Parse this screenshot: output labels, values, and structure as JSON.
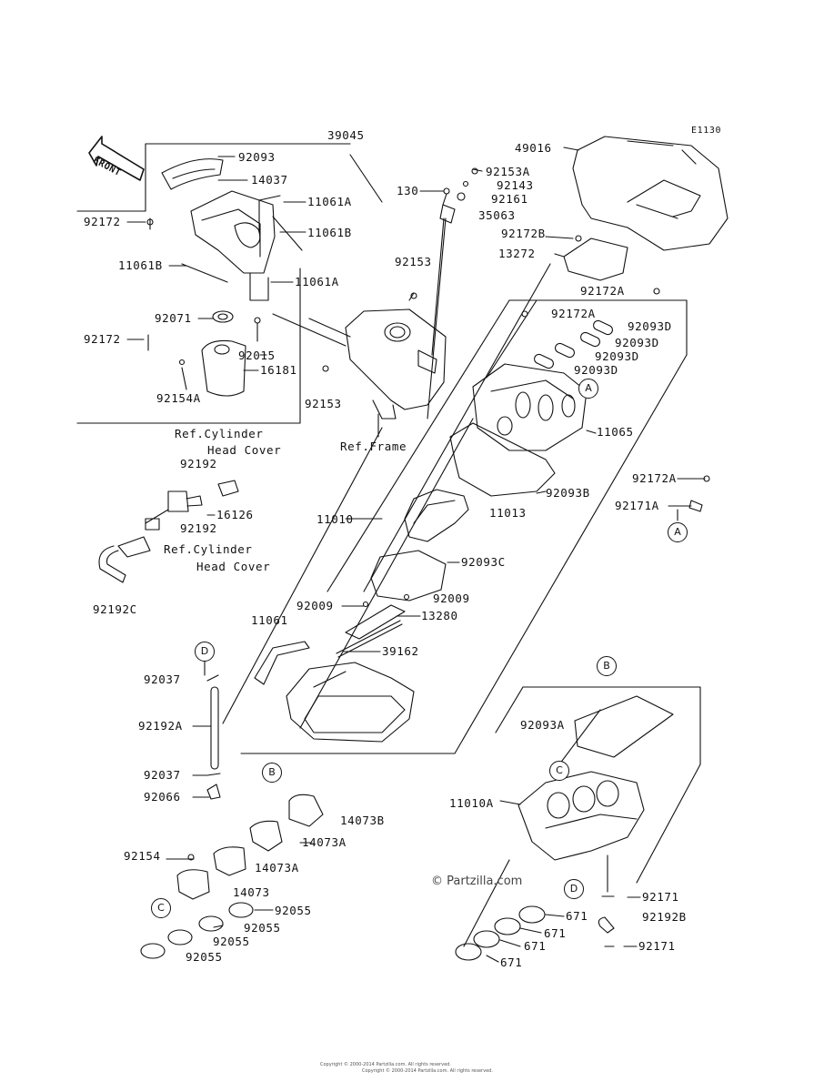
{
  "diagram_code": "E1130",
  "front_label": "FRONT",
  "watermark": "© Partzilla.com",
  "footer": [
    "Copyright © 2000-2014 Partzilla.com. All rights reserved.",
    "Copyright © 2000-2014 Partzilla.com. All rights reserved."
  ],
  "callouts": [
    "A",
    "A",
    "B",
    "B",
    "C",
    "C",
    "D",
    "D"
  ],
  "parts": {
    "p39045": "39045",
    "p92093": "92093",
    "p14037": "14037",
    "p11061A_1": "11061A",
    "p11061B_1": "11061B",
    "p11061B_2": "11061B",
    "p11061A_2": "11061A",
    "p92172_1": "92172",
    "p92071": "92071",
    "p92015": "92015",
    "p16181": "16181",
    "p92172_2": "92172",
    "p92154A": "92154A",
    "p130": "130",
    "p92153A": "92153A",
    "p92143": "92143",
    "p92161": "92161",
    "p35063": "35063",
    "p49016": "49016",
    "p92172B": "92172B",
    "p13272": "13272",
    "p92153_1": "92153",
    "p92153_2": "92153",
    "p92172A_1": "92172A",
    "p92172A_2": "92172A",
    "p92093D_1": "92093D",
    "p92093D_2": "92093D",
    "p92093D_3": "92093D",
    "p92093D_4": "92093D",
    "p11065": "11065",
    "p92192_1": "92192",
    "p16126": "16126",
    "p92192_2": "92192",
    "p92192C": "92192C",
    "p11010": "11010",
    "p11013": "11013",
    "p92093B": "92093B",
    "p92172A_3": "92172A",
    "p92171A": "92171A",
    "p92093C": "92093C",
    "p92009_1": "92009",
    "p92009_2": "92009",
    "p13280": "13280",
    "p11061": "11061",
    "p39162": "39162",
    "p92037_1": "92037",
    "p92192A": "92192A",
    "p92037_2": "92037",
    "p92066": "92066",
    "p92093A": "92093A",
    "p11010A": "11010A",
    "p14073B": "14073B",
    "p14073A_1": "14073A",
    "p14073A_2": "14073A",
    "p92154": "92154",
    "p14073": "14073",
    "p92055_1": "92055",
    "p92055_2": "92055",
    "p92055_3": "92055",
    "p92055_4": "92055",
    "p92171_1": "92171",
    "p92192B": "92192B",
    "p92171_2": "92171",
    "p671_1": "671",
    "p671_2": "671",
    "p671_3": "671",
    "p671_4": "671"
  },
  "refs": {
    "cyl_head_1a": "Ref.Cylinder",
    "cyl_head_1b": "Head Cover",
    "cyl_head_2a": "Ref.Cylinder",
    "cyl_head_2b": "Head Cover",
    "frame": "Ref.Frame"
  }
}
